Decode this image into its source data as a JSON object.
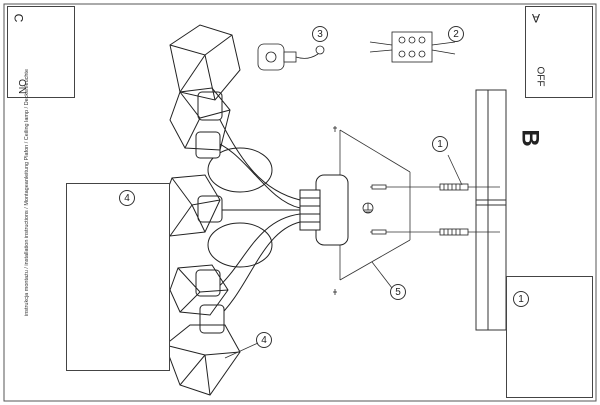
{
  "page": {
    "title": "Ceiling lamp installation sheet"
  },
  "side_note": "instrukcja montażu / installation instructions / Montageanleitung Plafon / Ceiling lamp / Deckenleuchte",
  "panels": {
    "a": {
      "letter": "A",
      "word": "OFF"
    },
    "c": {
      "letter": "C",
      "word": "ON"
    },
    "b": {
      "letter": "B"
    },
    "step_1_panel": {
      "number": "1"
    },
    "step_4_panel": {
      "number": "4"
    }
  },
  "callouts": {
    "c1": "1",
    "c2": "2",
    "c3": "3",
    "c4": "4",
    "c5": "5"
  },
  "icons": [
    "light-switch-icon",
    "ground-symbol-icon",
    "drill-icon",
    "wall-plug-icon",
    "terminal-block-icon",
    "screw-icon"
  ]
}
